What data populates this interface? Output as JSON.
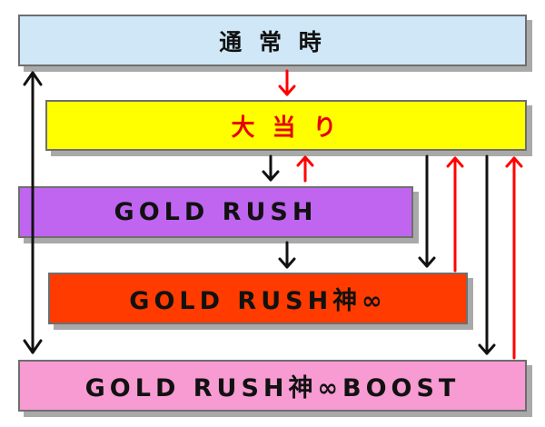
{
  "boxes": {
    "normal": {
      "label": "通 常 時",
      "color": "#cfe7f7"
    },
    "jackpot": {
      "label": "大 当 り",
      "color": "#ffff00",
      "text_color": "#e60000"
    },
    "gold_rush": {
      "label": "GOLD RUSH",
      "color": "#c065f0"
    },
    "gold_rush_kami": {
      "label": "GOLD RUSH神∞",
      "color": "#ff3b00"
    },
    "gold_rush_boost": {
      "label": "GOLD RUSH神∞BOOST",
      "color": "#f79bd2"
    }
  },
  "colors": {
    "arrow_black": "#111111",
    "arrow_red": "#ff0000"
  }
}
